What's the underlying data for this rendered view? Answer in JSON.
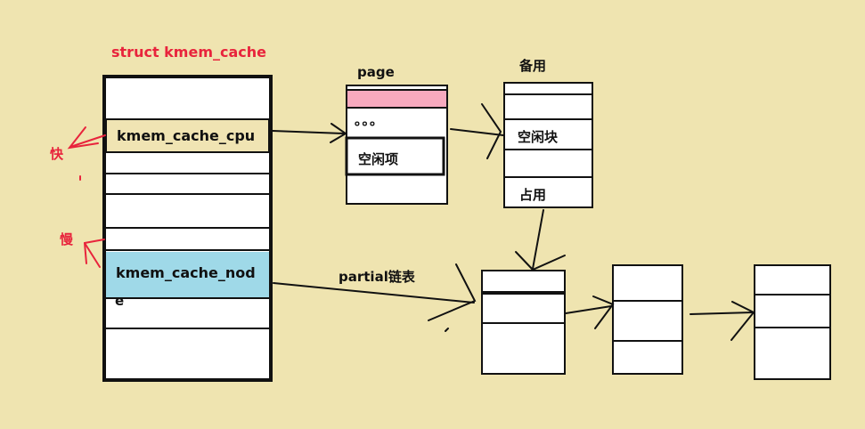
{
  "diagram": {
    "struct_label": "struct kmem_cache",
    "cpu_field": "kmem_cache_cpu",
    "node_field_line1": "kmem_cache_nod",
    "node_field_line2": "e",
    "fast_label": "快",
    "slow_label": "慢",
    "page_label": "page",
    "page_dots": "。。。",
    "page_free_item": "空闲项",
    "backup_label": "备用",
    "free_block": "空闲块",
    "occupied": "占用",
    "partial_list": "partial链表"
  },
  "colors": {
    "background": "#efe4b0",
    "cpu_fill": "#f0e4b3",
    "node_fill": "#9fd9e8",
    "page_head_fill": "#f7a9be",
    "red": "#e8243c"
  }
}
